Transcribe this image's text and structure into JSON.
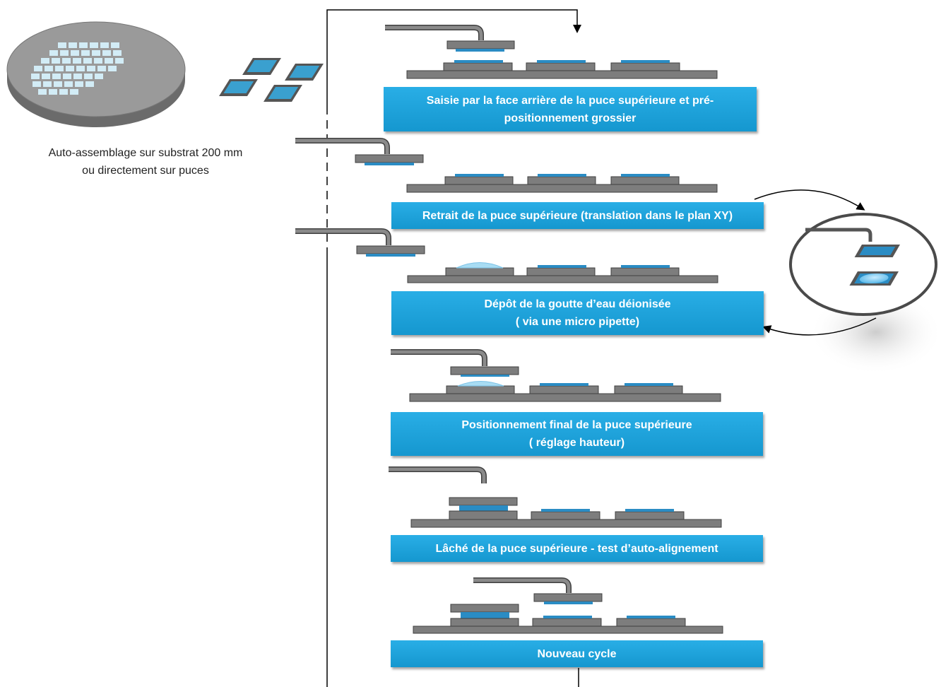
{
  "caption": {
    "line1": "Auto-assemblage sur substrat  200 mm",
    "line2": "ou directement sur puces"
  },
  "steps": [
    {
      "line1": "Saisie par la face arrière de la puce supérieure et pré-",
      "line2": "positionnement grossier"
    },
    {
      "line1": "Retrait de la puce supérieure (translation dans le plan XY)",
      "line2": ""
    },
    {
      "line1": "Dépôt de la goutte  d’eau déionisée",
      "line2": "( via une micro pipette)"
    },
    {
      "line1": "Positionnement final de la puce supérieure",
      "line2": "( réglage hauteur)"
    },
    {
      "line1": "Lâché de la puce supérieure -  test d’auto-alignement",
      "line2": ""
    },
    {
      "line1": "Nouveau cycle",
      "line2": ""
    }
  ],
  "colors": {
    "box": "#1ba3dc",
    "substrate": "#7d7d7d",
    "chip_blue": "#2a8cc4",
    "wafer": "#8a8a8a",
    "die": "#d2ecf6"
  }
}
